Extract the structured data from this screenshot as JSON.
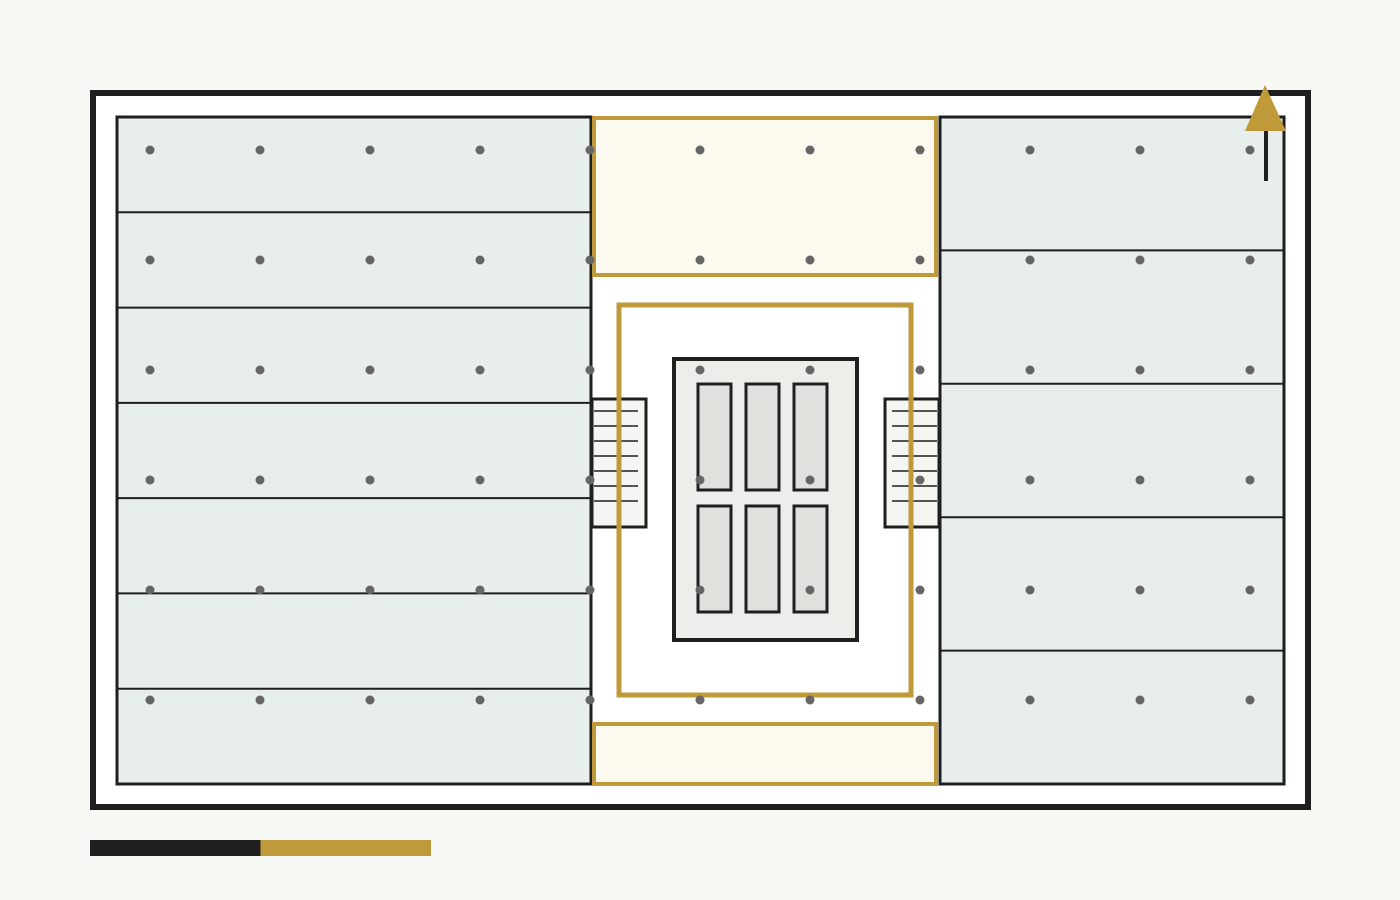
{
  "plan": {
    "colors": {
      "background": "#f8f8f5",
      "wall": "#1f1f1f",
      "office_fill": "#e7eeec",
      "core_fill": "#ededea",
      "elevator_fill": "#e0e0dc",
      "stair_fill": "#f5f5f2",
      "common_fill": "#fcfaee",
      "accent": "#c09a3a",
      "column_dot": "#666666",
      "interior_fill": "#ffffff"
    },
    "icons": {
      "north_arrow": "north-arrow-icon"
    },
    "scale_bar": {
      "segments": 2,
      "colors": [
        "#1f1f1f",
        "#c09a3a"
      ]
    },
    "left_wing": {
      "office_units": 7
    },
    "right_wing": {
      "office_units": 5
    },
    "core": {
      "elevators": 6,
      "stairs": 2
    },
    "column_grid": {
      "columns": 11,
      "rows": 6
    }
  }
}
